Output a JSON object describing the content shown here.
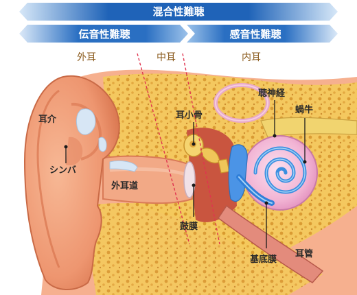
{
  "banner": {
    "top": "混合性難聴",
    "left": "伝音性難聴",
    "right": "感音性難聴"
  },
  "regions": {
    "outer": "外耳",
    "middle": "中耳",
    "inner": "内耳"
  },
  "labels": {
    "pinna": "耳介",
    "concha": "シンバ",
    "ear_canal": "外耳道",
    "ossicles": "耳小骨",
    "eardrum": "鼓膜",
    "auditory_nerve": "聴神経",
    "cochlea": "蝸牛",
    "basilar_membrane": "基底膜",
    "ear_tube": "耳管"
  },
  "colors": {
    "banner_dark": "#1f63b8",
    "banner_light": "#bcd7f2",
    "skin": "#f2a27f",
    "skin_dark": "#d97a57",
    "bone": "#f3c75a",
    "bone_dark": "#d49a2e",
    "cochlea_pink": "#f2b7d6",
    "cochlea_blue": "#3b8fe0",
    "divider": "#e0344f"
  }
}
